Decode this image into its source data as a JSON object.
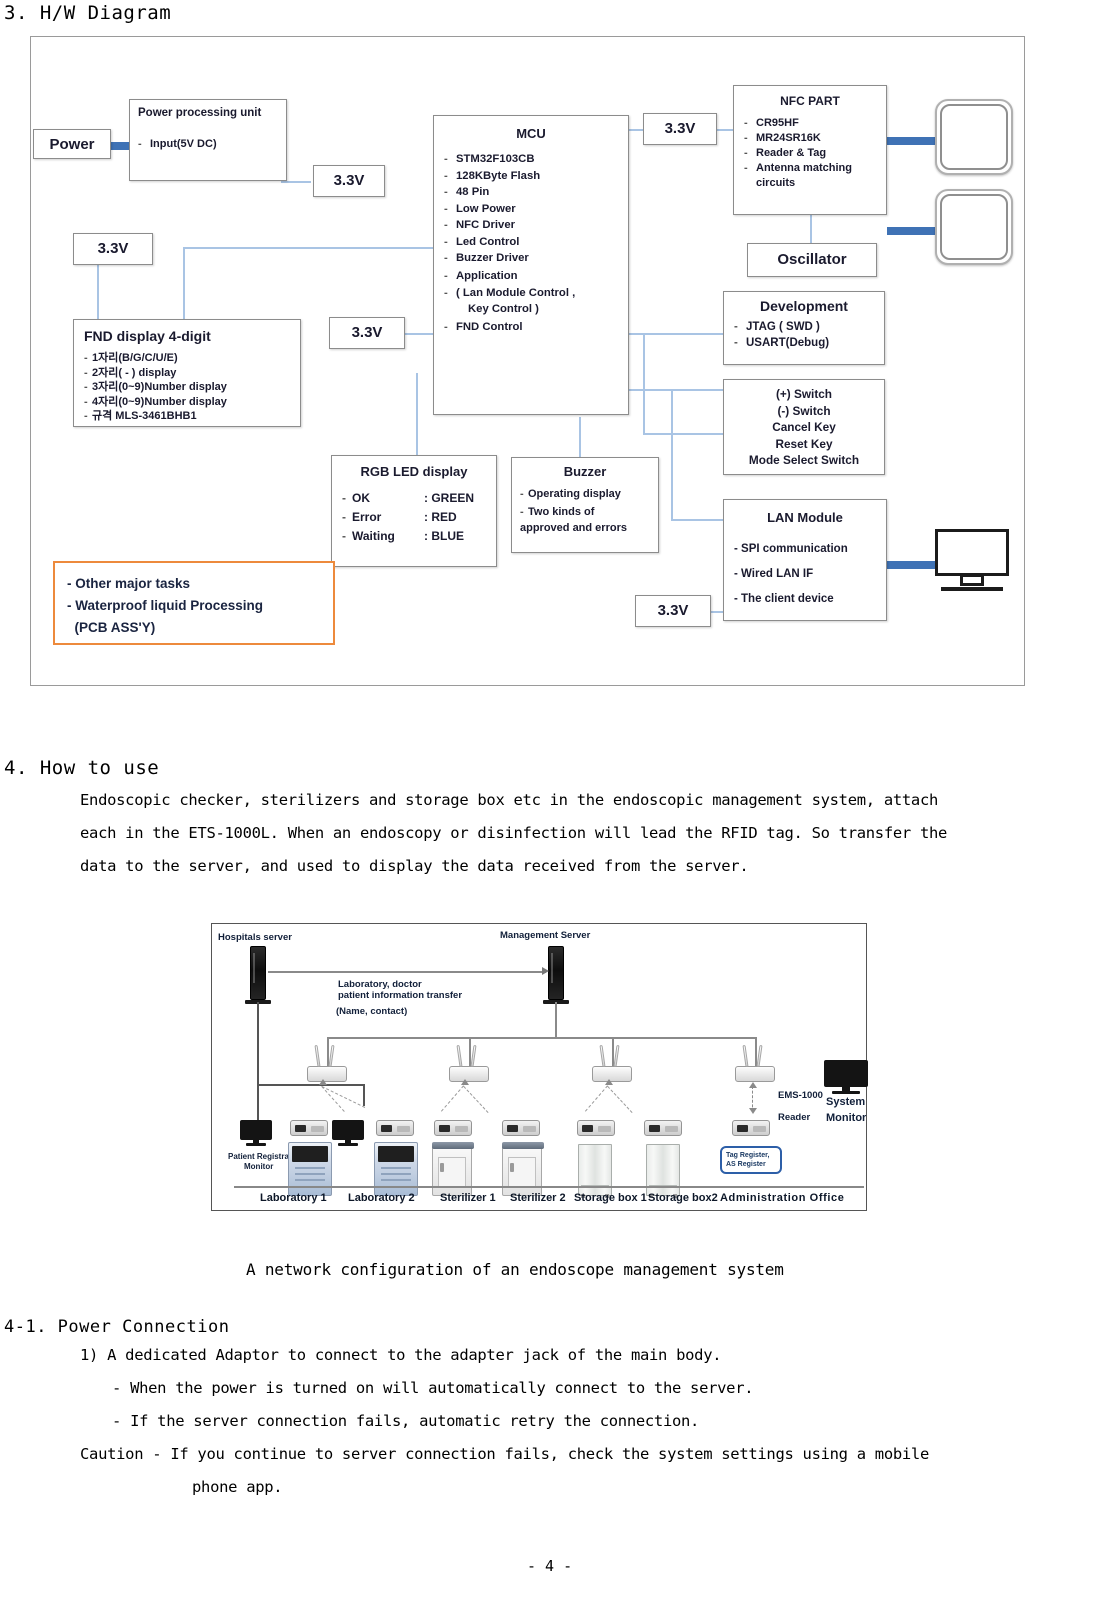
{
  "sections": {
    "hw_diagram_heading": "3. H/W Diagram",
    "how_to_use_heading": "4. How to use",
    "power_connection_heading": "4-1. Power Connection"
  },
  "hw_diagram": {
    "power": {
      "label": "Power"
    },
    "power_processing_unit": {
      "title": "Power processing unit",
      "items": [
        "Input(5V DC)"
      ]
    },
    "voltage_labels": {
      "ppu_out": "3.3V",
      "fnd": "3.3V",
      "mcu": "3.3V",
      "nfc": "3.3V",
      "lan": "3.3V"
    },
    "mcu": {
      "title": "MCU",
      "items": [
        "STM32F103CB",
        "128KByte Flash",
        "48 Pin",
        "Low Power",
        "NFC Driver",
        "Led Control",
        "Buzzer Driver",
        "Application",
        "( Lan Module Control ,",
        "Key Control )",
        "FND Control"
      ]
    },
    "nfc_part": {
      "title": "NFC PART",
      "items": [
        "CR95HF",
        "MR24SR16K",
        "Reader & Tag",
        "Antenna matching",
        "circuits"
      ]
    },
    "oscillator": {
      "label": "Oscillator"
    },
    "development": {
      "title": "Development",
      "items": [
        "JTAG ( SWD )",
        "USART(Debug)"
      ]
    },
    "switches": {
      "items": [
        "(+)  Switch",
        "(-)  Switch",
        "Cancel Key",
        "Reset Key",
        "Mode Select Switch"
      ]
    },
    "fnd_display": {
      "title": "FND display 4-digit",
      "items": [
        "1자리(B/G/C/U/E)",
        "2자리( - )  display",
        "3자리(0~9)Number display",
        "4자리(0~9)Number display",
        "규격 MLS-3461BHB1"
      ]
    },
    "rgb_led": {
      "title": "RGB LED display",
      "rows": [
        {
          "name": "OK",
          "value": ": GREEN"
        },
        {
          "name": "Error",
          "value": ": RED"
        },
        {
          "name": "Waiting",
          "value": ": BLUE"
        }
      ]
    },
    "buzzer": {
      "title": "Buzzer",
      "items": [
        "Operating display",
        "Two kinds of",
        "approved and errors"
      ]
    },
    "lan_module": {
      "title": "LAN Module",
      "items": [
        "- SPI communication",
        "- Wired LAN IF",
        "- The client device"
      ]
    },
    "other_tasks": {
      "lines": [
        "- Other major tasks",
        "- Waterproof liquid Processing",
        "  (PCB ASS'Y)"
      ]
    },
    "colors": {
      "orange_border": "#ED8A3C",
      "link_line": "#a9c4e4",
      "thick_link": "#3f72b5",
      "box_border": "#8c8c8c"
    }
  },
  "how_to_use": {
    "paragraph": [
      "Endoscopic checker, sterilizers and storage box etc in the endoscopic management system, attach",
      "each in the ETS-1000L. When an endoscopy or disinfection will lead the RFID tag. So transfer the",
      "data to the server, and used to display the data received from the server."
    ]
  },
  "network_diagram": {
    "hospitals_server": "Hospitals server",
    "management_server": "Management Server",
    "transfer_note": [
      "Laboratory, doctor",
      "patient information transfer",
      "(Name, contact)"
    ],
    "patient_registration_monitor": [
      "Patient Registration",
      "Monitor"
    ],
    "ems_reader": [
      "EMS-1000",
      "Reader"
    ],
    "system_monitor": [
      "System",
      "Monitor"
    ],
    "tag_register_box": [
      "Tag Register,",
      "AS Register"
    ],
    "bottom_labels": [
      "Laboratory 1",
      "Laboratory 2",
      "Sterilizer 1",
      "Sterilizer 2",
      "Storage box 1",
      "Storage box2",
      "Administration Office"
    ],
    "caption": "A network configuration of an endoscope management system"
  },
  "power_connection": {
    "lines": [
      "1) A dedicated Adaptor to connect to the adapter jack of the main body.",
      "- When the power is turned on will automatically connect to the server.",
      "- If the server connection fails, automatic retry the connection.",
      "Caution - If you continue to server connection fails, check the system settings using a mobile",
      "phone app."
    ]
  },
  "footer": {
    "page_number": "- 4 -"
  }
}
